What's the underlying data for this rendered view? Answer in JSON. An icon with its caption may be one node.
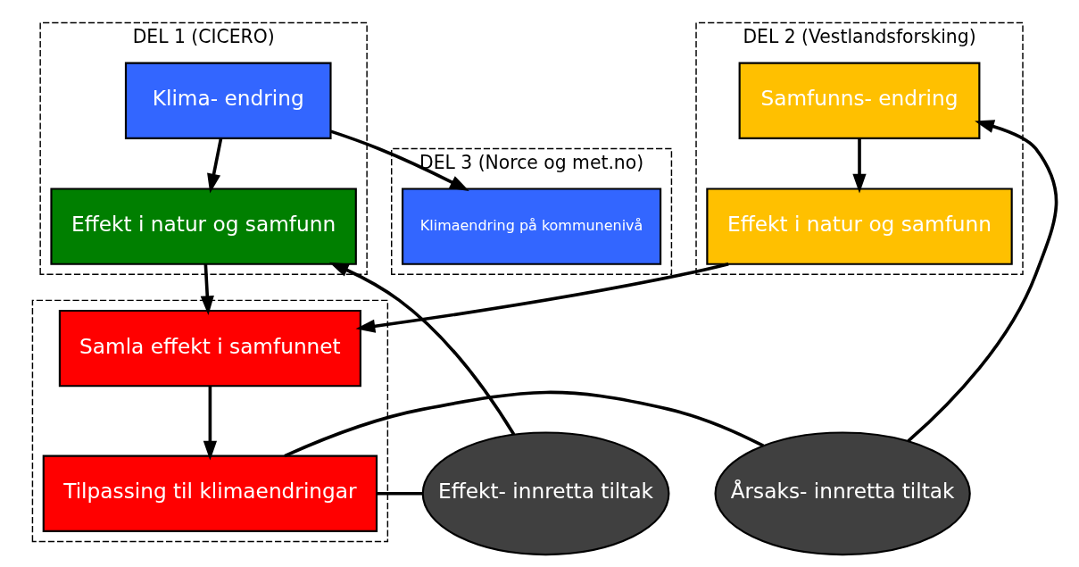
{
  "diagram": {
    "nodes": [
      {
        "text": [
          "DEL 3 (Norce og met.no)"
        ]
      },
      {
        "text": [
          "Klimaendring på kommunenivå"
        ],
        "in": 0
      },
      {
        "text": [
          "DEL 1 (CICERO)"
        ]
      },
      {
        "text": [
          "Klima- endring"
        ],
        "in": 2
      },
      {
        "text": [
          "Effekt i natur og samfunn"
        ],
        "in": 2
      },
      {
        "text": [
          "DEL 2 (Vestlandsforsking)"
        ]
      },
      {
        "text": [
          "Samfunns- endring"
        ],
        "in": 5
      },
      {
        "text": [
          "Effekt i natur og samfunn"
        ],
        "in": 5
      },
      {
        "text": [
          "Effekt- innretta tiltak"
        ]
      },
      {
        "text": [],
        "shape": "box"
      },
      {
        "text": [
          "Samla effekt i samfunnet"
        ],
        "in": 9
      },
      {
        "text": [
          "Tilpassing til klimaendringar"
        ],
        "in": 9
      },
      {
        "text": [
          "Årsaks- innretta tiltak"
        ]
      }
    ],
    "edges": [
      {
        "from": 3,
        "to": 1,
        "arrow": "to"
      },
      {
        "from": 3,
        "to": 4,
        "arrow": "to"
      },
      {
        "from": 6,
        "to": 7,
        "arrow": "to"
      },
      {
        "from": 4,
        "to": 10,
        "arrow": "to"
      },
      {
        "from": 7,
        "to": 10,
        "arrow": "to"
      },
      {
        "from": 10,
        "to": 11,
        "arrow": "to"
      },
      {
        "from": 11,
        "to": 8,
        "arrow": "none"
      },
      {
        "from": 8,
        "to": 4,
        "arrow": "to"
      },
      {
        "from": 11,
        "to": 12,
        "arrow": "none"
      },
      {
        "from": 12,
        "to": 6,
        "arrow": "to"
      }
    ]
  }
}
